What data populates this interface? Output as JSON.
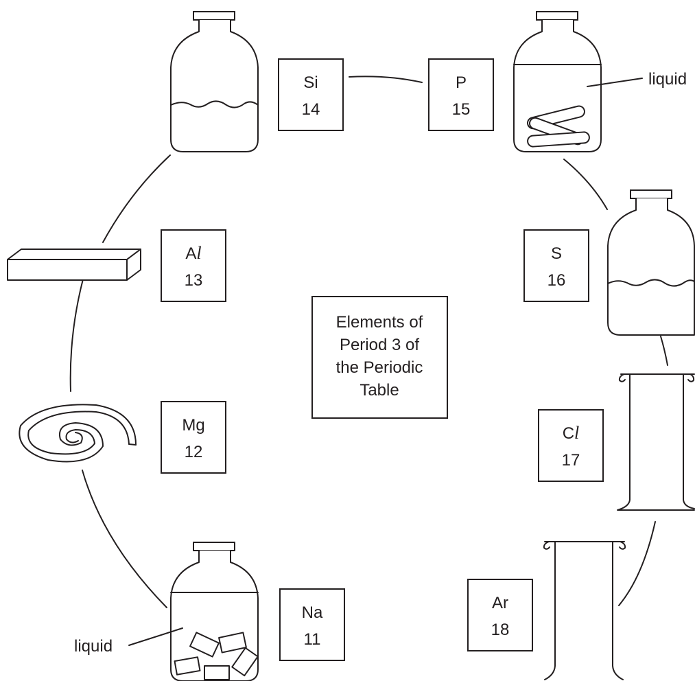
{
  "title_box": {
    "lines": [
      "Elements of",
      "Period 3 of",
      "the Periodic",
      "Table"
    ]
  },
  "elements": [
    {
      "symbol_main": "Na",
      "symbol_italic": "",
      "number": "11"
    },
    {
      "symbol_main": "Mg",
      "symbol_italic": "",
      "number": "12"
    },
    {
      "symbol_main": "A",
      "symbol_italic": "l",
      "number": "13"
    },
    {
      "symbol_main": "Si",
      "symbol_italic": "",
      "number": "14"
    },
    {
      "symbol_main": "P",
      "symbol_italic": "",
      "number": "15"
    },
    {
      "symbol_main": "S",
      "symbol_italic": "",
      "number": "16"
    },
    {
      "symbol_main": "C",
      "symbol_italic": "l",
      "number": "17"
    },
    {
      "symbol_main": "Ar",
      "symbol_italic": "",
      "number": "18"
    }
  ],
  "labels": {
    "phosphorus_liquid": "liquid",
    "sodium_liquid": "liquid"
  },
  "icons": {
    "sodium": "jar-with-liquid-and-pieces-icon",
    "magnesium": "coiled-ribbon-icon",
    "aluminium": "metal-bar-icon",
    "silicon": "jar-with-powder-icon",
    "phosphorus": "jar-with-liquid-and-sticks-icon",
    "sulfur": "jar-with-powder-icon",
    "chlorine": "gas-jar-icon",
    "argon": "gas-jar-icon"
  },
  "colors": {
    "ink": "#231f20",
    "background": "#ffffff"
  }
}
